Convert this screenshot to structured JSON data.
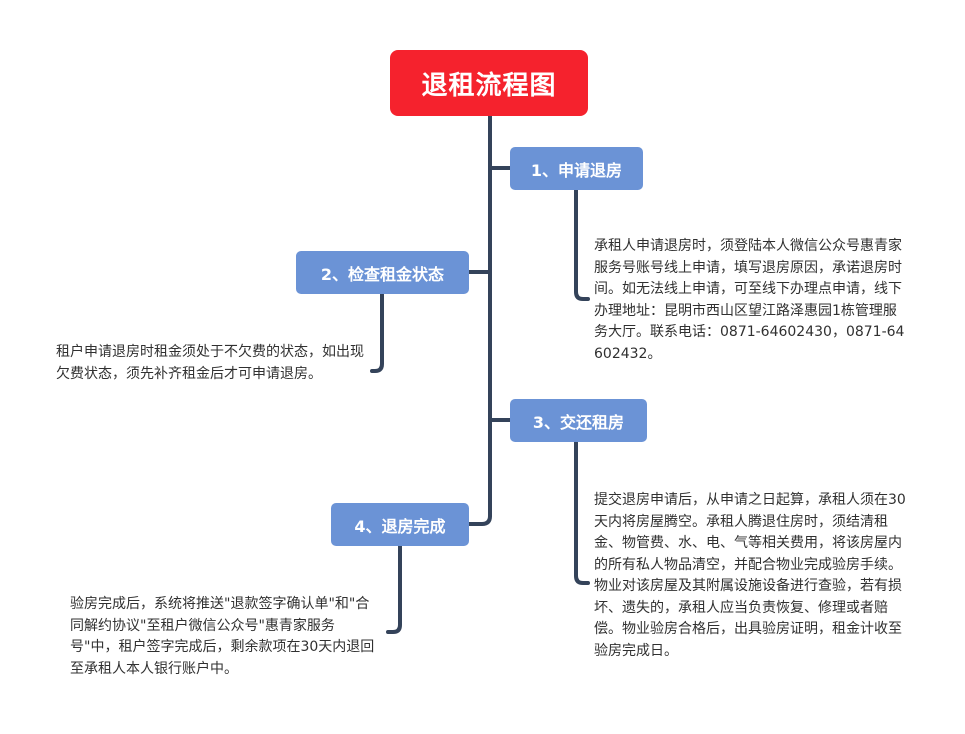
{
  "root": {
    "label": "退租流程图",
    "color": "#f5222d"
  },
  "connector_color": "#34435a",
  "node_color": "#6b93d6",
  "nodes": [
    {
      "label": "1、申请退房",
      "text": "承租人申请退房时，须登陆本人微信公众号惠青家服务号账号线上申请，填写退房原因，承诺退房时间。如无法线上申请，可至线下办理点申请，线下办理地址：昆明市西山区望江路泽惠园1栋管理服务大厅。联系电话：0871-64602430，0871-64602432。"
    },
    {
      "label": "2、检查租金状态",
      "text": "租户申请退房时租金须处于不欠费的状态，如出现欠费状态，须先补齐租金后才可申请退房。"
    },
    {
      "label": "3、交还租房",
      "text": "提交退房申请后，从申请之日起算，承租人须在30天内将房屋腾空。承租人腾退住房时，须结清租金、物管费、水、电、气等相关费用，将该房屋内的所有私人物品清空，并配合物业完成验房手续。物业对该房屋及其附属设施设备进行查验，若有损坏、遗失的，承租人应当负责恢复、修理或者赔偿。物业验房合格后，出具验房证明，租金计收至验房完成日。"
    },
    {
      "label": "4、退房完成",
      "text": "验房完成后，系统将推送\"退款签字确认单\"和\"合同解约协议\"至租户微信公众号\"惠青家服务号\"中，租户签字完成后，剩余款项在30天内退回至承租人本人银行账户中。"
    }
  ]
}
